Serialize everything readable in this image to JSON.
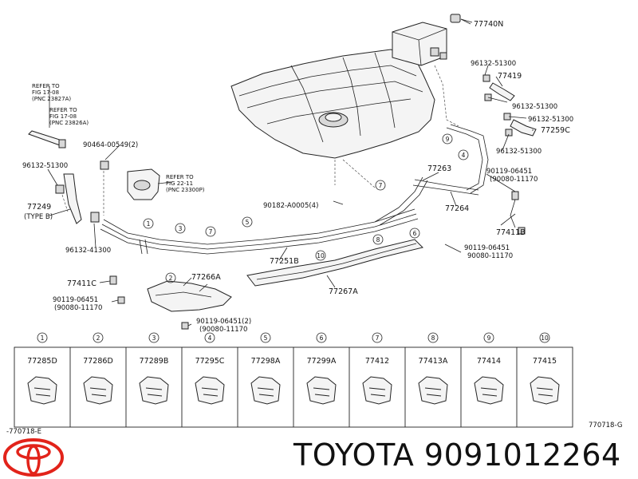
{
  "callouts": {
    "refer1": [
      "REFER TO",
      "FIG 17-08",
      "(PNC 23827A)"
    ],
    "refer2": [
      "REFER TO",
      "FIG 17-08",
      "(PNC 23826A)"
    ],
    "refer3": [
      "REFER TO",
      "FIG 22-11",
      "(PNC 23300P)"
    ],
    "p90464": "90464-00549(2)",
    "p96132_left": "96132-51300",
    "p77249": "77249",
    "p77249_type": "(TYPE B)",
    "p96132_41300": "96132-41300",
    "p77411C": "77411C",
    "p90119_a": "90119-06451",
    "p90080_a": "(90080-11170",
    "p77266A": "77266A",
    "p90119_b": "90119-06451(2)",
    "p90080_b": "(90080-11170",
    "p77251B": "77251B",
    "p77267A": "77267A",
    "p90182": "90182-A0005(4)",
    "p77263": "77263",
    "p77264": "77264",
    "p90119_c": "90119-06451",
    "p90080_c": "(90080-11170",
    "p77411B": "77411B",
    "p90119_d": "90119-06451",
    "p90080_d": "90080-11170",
    "p77740N": "77740N",
    "p96132_r1": "96132-51300",
    "p77419": "77419",
    "p96132_r2": "96132-51300",
    "p96132_r3": "96132-51300",
    "p77259C": "77259C",
    "p96132_r4": "96132-51300"
  },
  "numbered_markers": [
    "1",
    "2",
    "3",
    "4",
    "5",
    "6",
    "7",
    "8",
    "9",
    "10"
  ],
  "clamp_table": [
    {
      "index": "1",
      "part": "77285D"
    },
    {
      "index": "2",
      "part": "77286D"
    },
    {
      "index": "3",
      "part": "77289B"
    },
    {
      "index": "4",
      "part": "77295C"
    },
    {
      "index": "5",
      "part": "77298A"
    },
    {
      "index": "6",
      "part": "77299A"
    },
    {
      "index": "7",
      "part": "77412"
    },
    {
      "index": "8",
      "part": "77413A"
    },
    {
      "index": "9",
      "part": "77414"
    },
    {
      "index": "10",
      "part": "77415"
    }
  ],
  "codes": {
    "left": "-770718-E",
    "right": "770718-G"
  },
  "brand_line": "TOYOTA 9091012264",
  "colors": {
    "logo_red": "#e2231a",
    "line": "#222222"
  }
}
